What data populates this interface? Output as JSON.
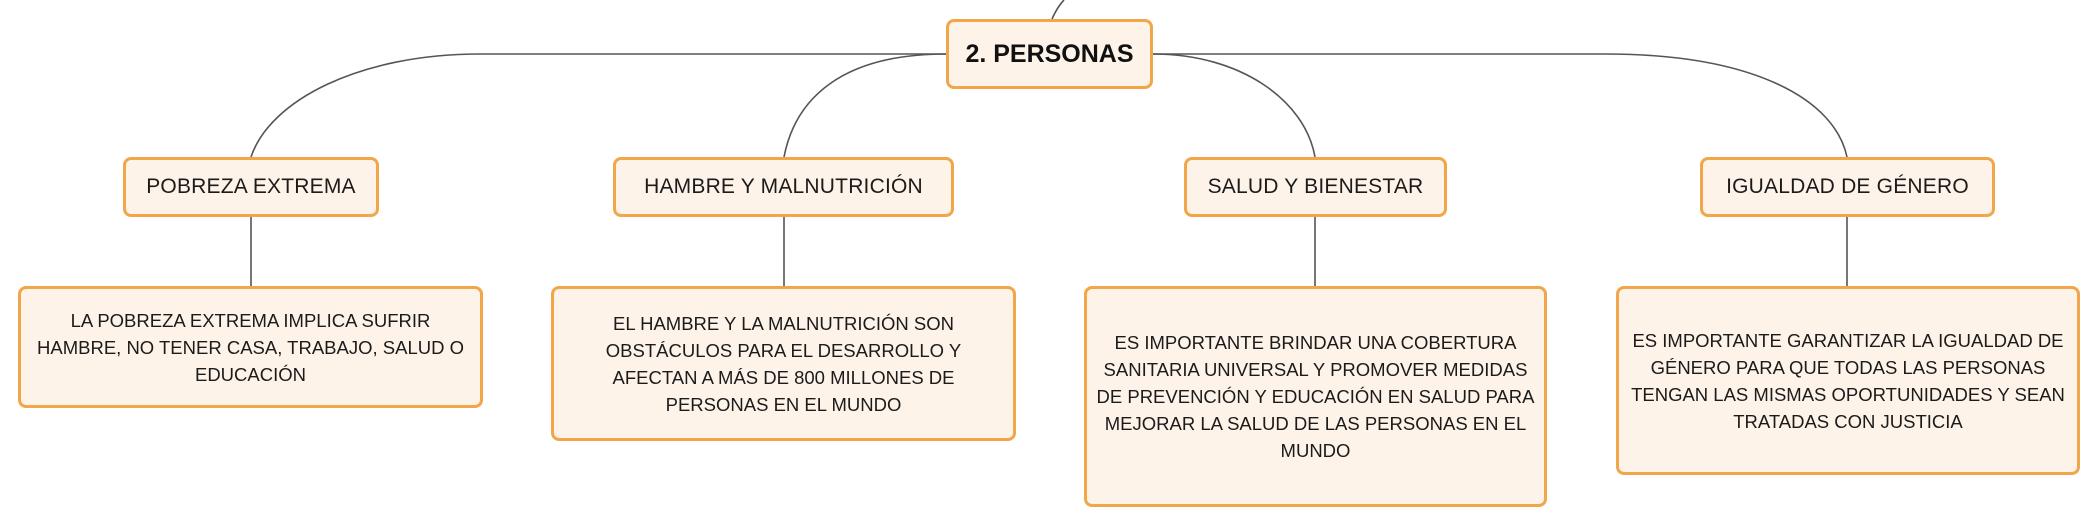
{
  "root": {
    "label": "2. PERSONAS"
  },
  "topics": [
    {
      "label": "POBREZA EXTREMA",
      "detail": "LA POBREZA EXTREMA IMPLICA SUFRIR HAMBRE, NO TENER CASA, TRABAJO, SALUD O EDUCACIÓN"
    },
    {
      "label": "HAMBRE Y MALNUTRICIÓN",
      "detail": "EL HAMBRE Y LA MALNUTRICIÓN SON OBSTÁCULOS PARA EL DESARROLLO Y AFECTAN A MÁS DE 800 MILLONES DE PERSONAS EN EL MUNDO"
    },
    {
      "label": "SALUD Y BIENESTAR",
      "detail": "ES IMPORTANTE BRINDAR UNA COBERTURA SANITARIA UNIVERSAL Y PROMOVER MEDIDAS DE PREVENCIÓN Y EDUCACIÓN EN SALUD PARA MEJORAR LA SALUD DE LAS PERSONAS EN EL MUNDO"
    },
    {
      "label": "IGUALDAD DE GÉNERO",
      "detail": "ES IMPORTANTE GARANTIZAR LA IGUALDAD DE GÉNERO PARA QUE TODAS LAS PERSONAS TENGAN LAS MISMAS OPORTUNIDADES Y SEAN TRATADAS CON JUSTICIA"
    }
  ],
  "colors": {
    "node_border": "#f2a64a",
    "node_fill": "#fdf3e9",
    "connector": "#555555"
  }
}
